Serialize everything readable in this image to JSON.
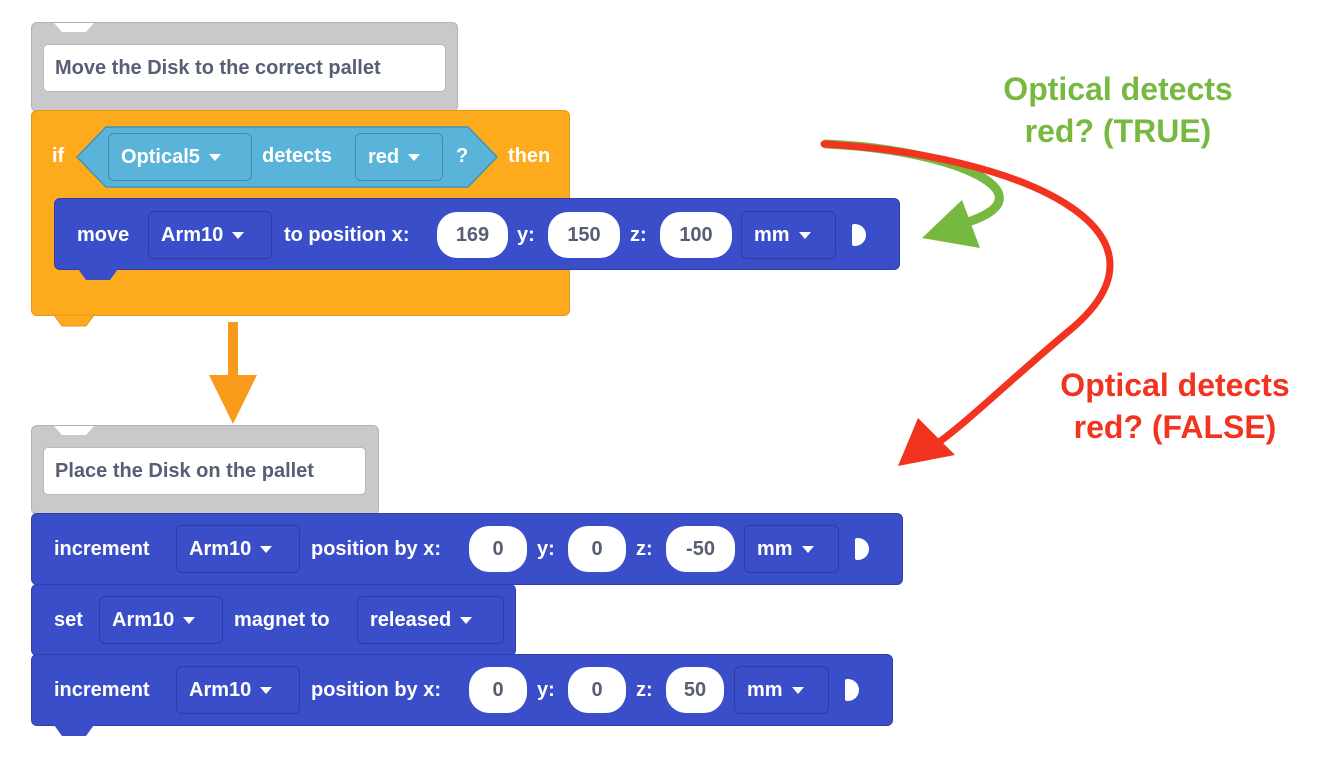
{
  "comments": {
    "first": "Move the Disk to the correct pallet",
    "second": "Place the Disk on the pallet"
  },
  "if_block": {
    "if_label": "if",
    "then_label": "then",
    "condition": {
      "sensor": "Optical5",
      "detects_label": "detects",
      "color": "red",
      "question": "?"
    }
  },
  "move_block": {
    "label": "move",
    "arm": "Arm10",
    "to_label": "to position x:",
    "x": "169",
    "y_label": "y:",
    "y": "150",
    "z_label": "z:",
    "z": "100",
    "unit": "mm"
  },
  "increment_down": {
    "label": "increment",
    "arm": "Arm10",
    "by_label": "position by x:",
    "x": "0",
    "y_label": "y:",
    "y": "0",
    "z_label": "z:",
    "z": "-50",
    "unit": "mm"
  },
  "set_magnet": {
    "label": "set",
    "arm": "Arm10",
    "magnet_label": "magnet to",
    "state": "released"
  },
  "increment_up": {
    "label": "increment",
    "arm": "Arm10",
    "by_label": "position by x:",
    "x": "0",
    "y_label": "y:",
    "y": "0",
    "z_label": "z:",
    "z": "50",
    "unit": "mm"
  },
  "annotations": {
    "true_line1": "Optical detects",
    "true_line2": "red? (TRUE)",
    "false_line1": "Optical detects",
    "false_line2": "red? (FALSE)"
  },
  "colors": {
    "control": "#fdab1c",
    "sensing": "#5ab4d9",
    "motion": "#3a4ec9",
    "comment": "#c9c9cb",
    "true_arrow": "#77b940",
    "false_arrow": "#f1331f",
    "flow_arrow": "#f99a1a"
  }
}
